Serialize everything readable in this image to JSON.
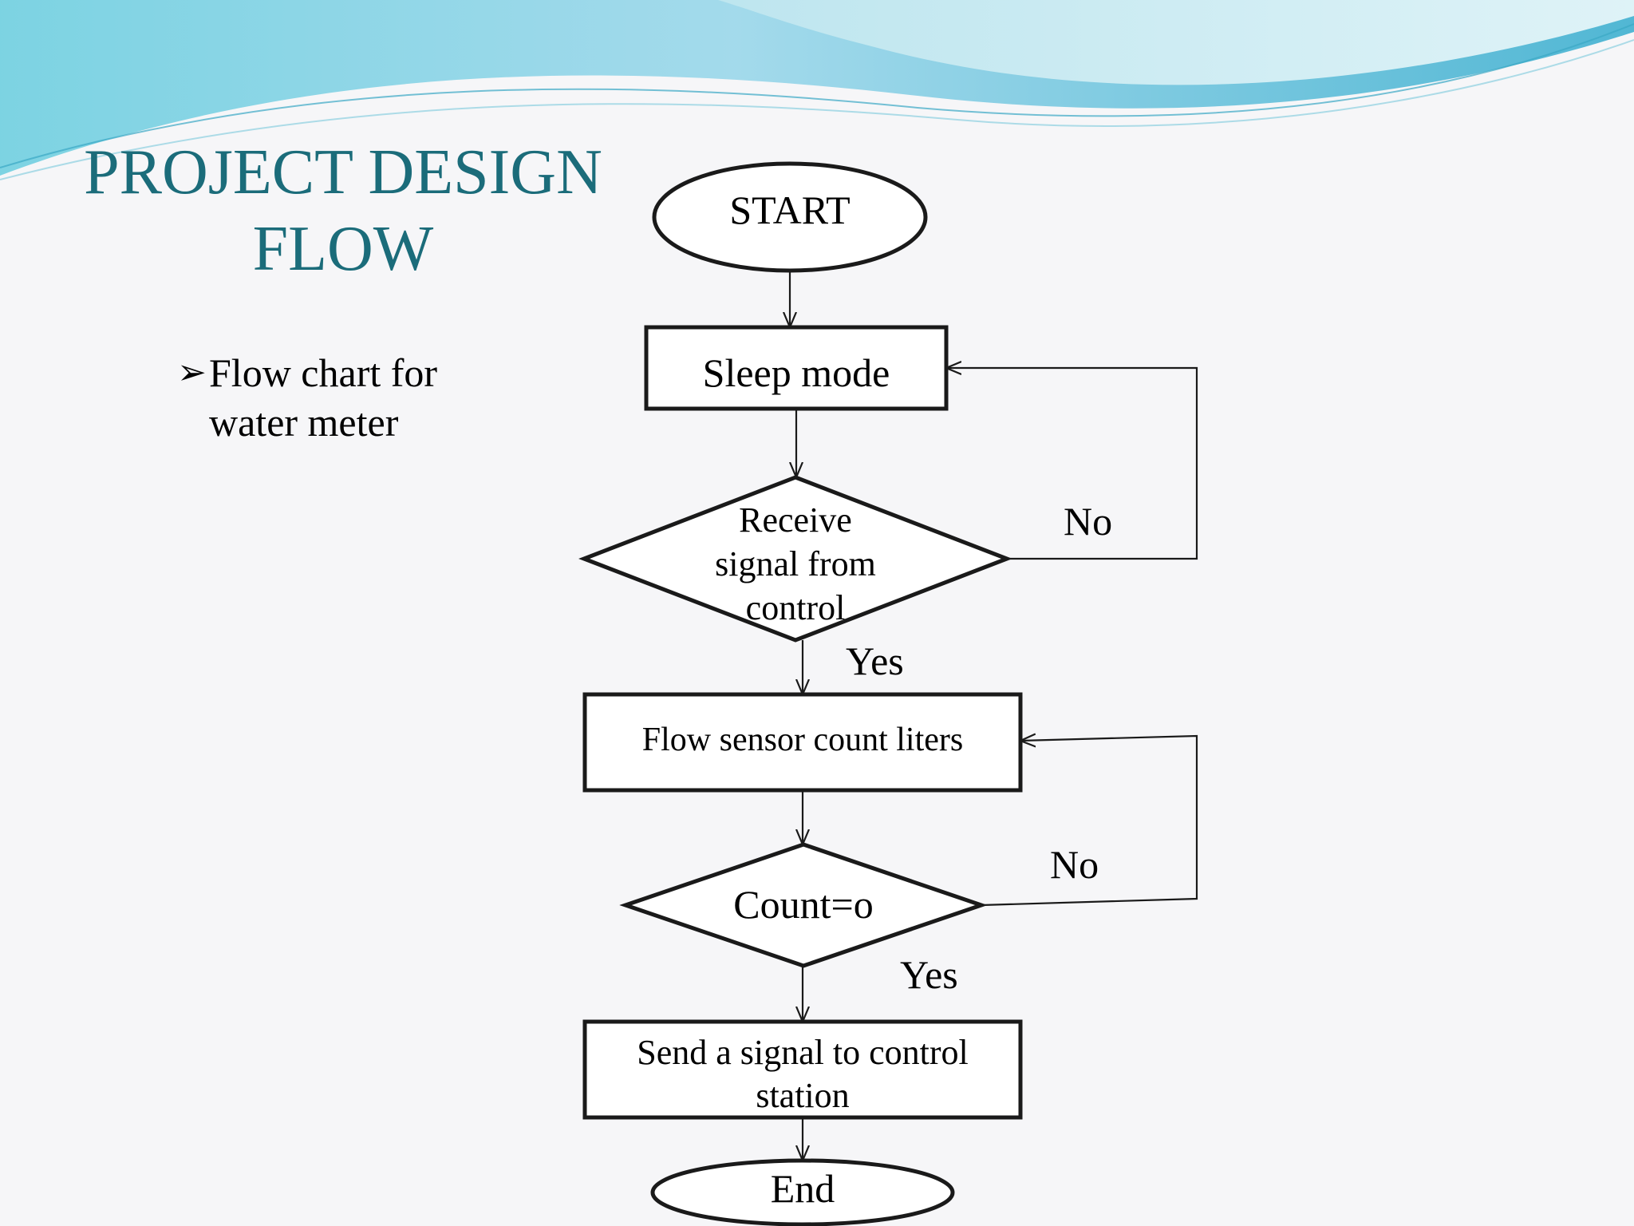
{
  "slide": {
    "title_line1": "PROJECT DESIGN",
    "title_line2": "FLOW",
    "bullet_arrow": "➢",
    "bullet_line1": "Flow chart for",
    "bullet_line2": "water meter"
  },
  "colors": {
    "title": "#1b6c7a",
    "wave_dark": "#5bbcd6",
    "wave_light": "#bfe8f0",
    "shape_stroke": "#1a1a1a"
  },
  "flowchart": {
    "nodes": {
      "start": {
        "type": "terminal",
        "lines": [
          "START"
        ]
      },
      "sleep": {
        "type": "process",
        "lines": [
          "Sleep mode"
        ]
      },
      "receive": {
        "type": "decision",
        "lines": [
          "Receive",
          "signal from",
          "control"
        ]
      },
      "flow": {
        "type": "process",
        "lines": [
          "Flow sensor count liters"
        ]
      },
      "count": {
        "type": "decision",
        "lines": [
          "Count=o"
        ]
      },
      "send": {
        "type": "process",
        "lines": [
          "Send a signal to control",
          "station"
        ]
      },
      "end": {
        "type": "terminal",
        "lines": [
          "End"
        ]
      }
    },
    "edges": [
      {
        "from": "start",
        "to": "sleep",
        "label": ""
      },
      {
        "from": "sleep",
        "to": "receive",
        "label": ""
      },
      {
        "from": "receive",
        "to": "flow",
        "label": "Yes"
      },
      {
        "from": "receive",
        "to": "sleep",
        "label": "No"
      },
      {
        "from": "flow",
        "to": "count",
        "label": ""
      },
      {
        "from": "count",
        "to": "send",
        "label": "Yes"
      },
      {
        "from": "count",
        "to": "flow",
        "label": "No"
      },
      {
        "from": "send",
        "to": "end",
        "label": ""
      }
    ]
  }
}
